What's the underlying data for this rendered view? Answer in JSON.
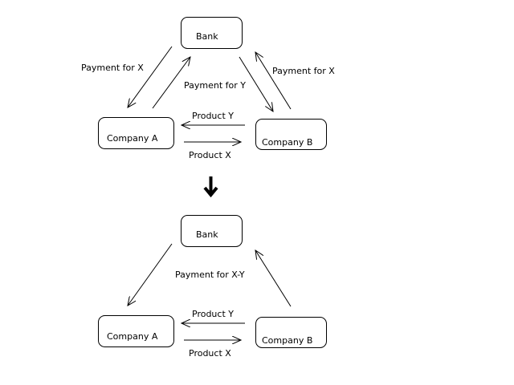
{
  "diagram_before": {
    "nodes": {
      "bank": "Bank",
      "company_a": "Company A",
      "company_b": "Company B"
    },
    "edges": {
      "bank_to_a": "Payment for X",
      "a_to_bank": "Payment for Y",
      "bank_to_b": "Payment for Y",
      "b_to_bank": "Payment for X",
      "b_to_a": "Product Y",
      "a_to_b": "Product X"
    }
  },
  "transition_icon": "down-arrow",
  "diagram_after": {
    "nodes": {
      "bank": "Bank",
      "company_a": "Company A",
      "company_b": "Company B"
    },
    "edges": {
      "net_payment": "Payment for X-Y",
      "b_to_a": "Product Y",
      "a_to_b": "Product X"
    }
  },
  "colors": {
    "line": "#000000",
    "background": "#ffffff"
  }
}
